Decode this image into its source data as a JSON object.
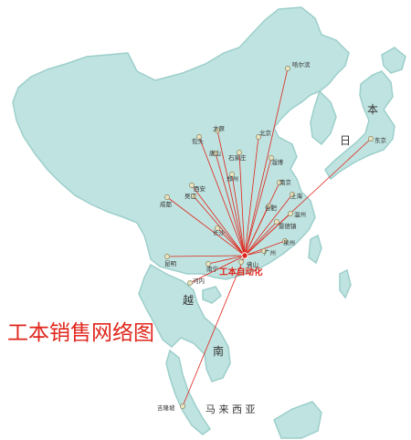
{
  "title": "工本销售网络图",
  "hub": {
    "id": "hub",
    "label": "工本自动化"
  },
  "region_labels": [
    {
      "id": "ri-ben-1",
      "text": "日"
    },
    {
      "id": "ri-ben-2",
      "text": "本"
    },
    {
      "id": "yue-nan-1",
      "text": "越"
    },
    {
      "id": "yue-nan-2",
      "text": "南"
    },
    {
      "id": "malaysia",
      "text": "马  来  西  亚"
    }
  ],
  "cities": [
    {
      "id": "haerbin",
      "label": "哈尔滨"
    },
    {
      "id": "tokyo",
      "label": "东京"
    },
    {
      "id": "baotou",
      "label": "包头"
    },
    {
      "id": "taiyuan",
      "label": "太原"
    },
    {
      "id": "beijing",
      "label": "北京"
    },
    {
      "id": "tangshan",
      "label": "唐山"
    },
    {
      "id": "shijiazhuang",
      "label": "石家庄"
    },
    {
      "id": "zibo",
      "label": "淄博"
    },
    {
      "id": "xian",
      "label": "西安"
    },
    {
      "id": "zhengzhou",
      "label": "郑州"
    },
    {
      "id": "nanjing",
      "label": "南京"
    },
    {
      "id": "shanghai",
      "label": "上海"
    },
    {
      "id": "chengdu",
      "label": "成都"
    },
    {
      "id": "wujiang",
      "label": "吴江"
    },
    {
      "id": "hefei",
      "label": "合肥"
    },
    {
      "id": "wenzhou",
      "label": "温州"
    },
    {
      "id": "jingdezhen",
      "label": "景德镇"
    },
    {
      "id": "quanzhou",
      "label": "泉州"
    },
    {
      "id": "changsha",
      "label": "长沙"
    },
    {
      "id": "kunming",
      "label": "昆明"
    },
    {
      "id": "guangzhou",
      "label": "广州"
    },
    {
      "id": "nanning",
      "label": "南宁"
    },
    {
      "id": "foshan",
      "label": "佛山"
    },
    {
      "id": "hanoi",
      "label": "河内"
    },
    {
      "id": "kualalumpur",
      "label": "吉隆坡"
    }
  ]
}
